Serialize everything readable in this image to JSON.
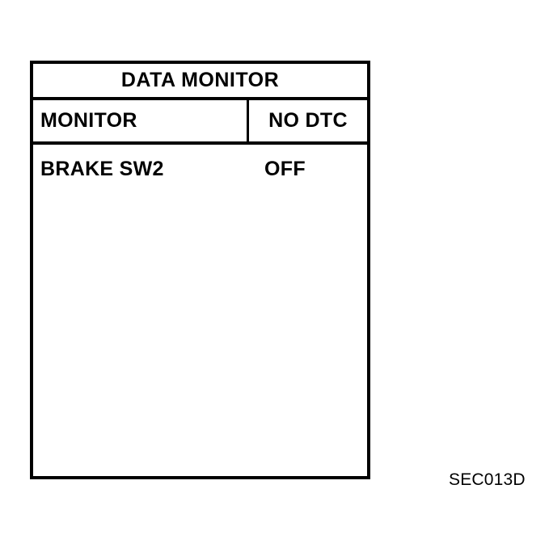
{
  "panel": {
    "title": "DATA MONITOR",
    "status_row": {
      "label": "MONITOR",
      "value": "NO DTC"
    },
    "data_rows": [
      {
        "name": "BRAKE SW2",
        "value": "OFF"
      }
    ]
  },
  "caption": {
    "text": "SEC013D"
  },
  "colors": {
    "ink": "#000000",
    "paper": "#ffffff"
  }
}
